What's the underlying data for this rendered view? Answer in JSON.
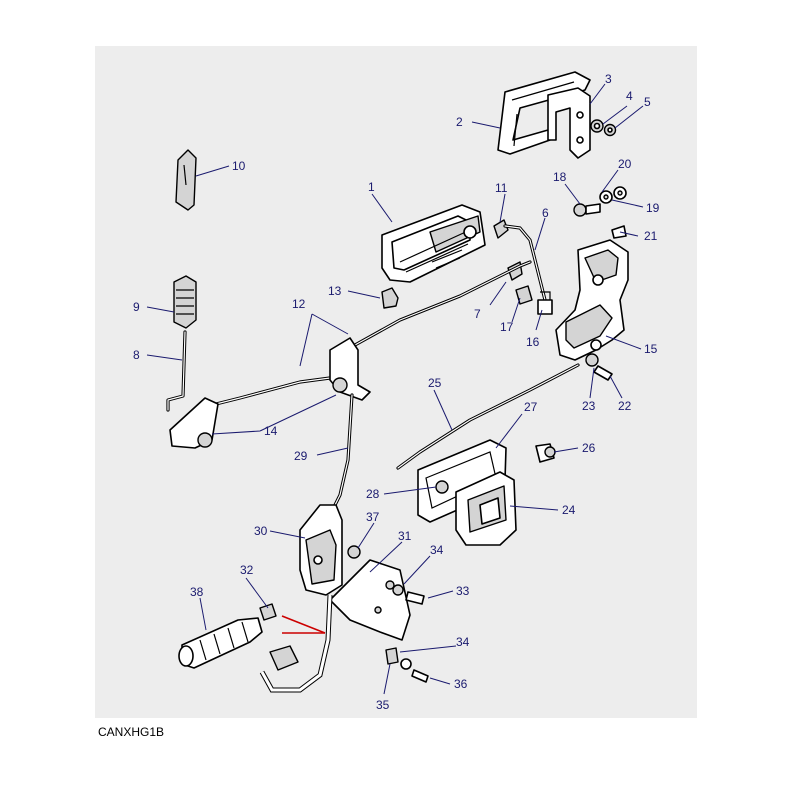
{
  "diagram": {
    "code": "CANXHG1B",
    "callouts": [
      "1",
      "2",
      "3",
      "4",
      "5",
      "6",
      "7",
      "8",
      "9",
      "10",
      "11",
      "12",
      "13",
      "14",
      "15",
      "16",
      "17",
      "18",
      "19",
      "20",
      "21",
      "22",
      "23",
      "24",
      "25",
      "26",
      "27",
      "28",
      "29",
      "30",
      "31",
      "32",
      "33",
      "34",
      "35",
      "36",
      "37",
      "38"
    ],
    "callout_color": "#1a1a6e",
    "highlight_color": "#cc0000",
    "panel_color": "#ededed"
  }
}
